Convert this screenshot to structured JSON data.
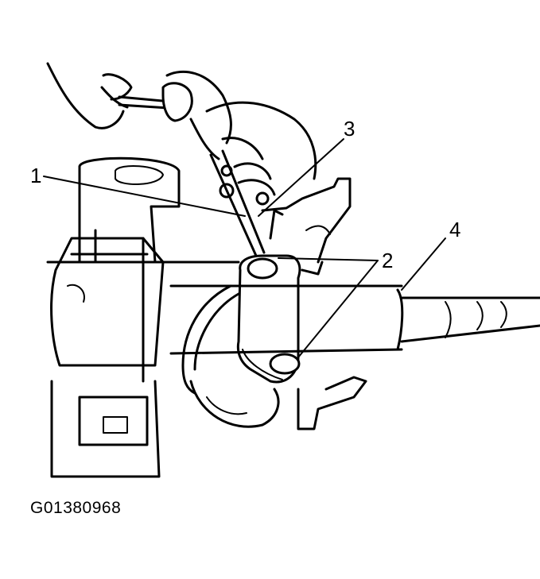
{
  "figure": {
    "id_label": "G01380968",
    "callouts": [
      "1",
      "2",
      "3",
      "4"
    ]
  },
  "colors": {
    "ink": "#000000",
    "paper": "#ffffff"
  }
}
